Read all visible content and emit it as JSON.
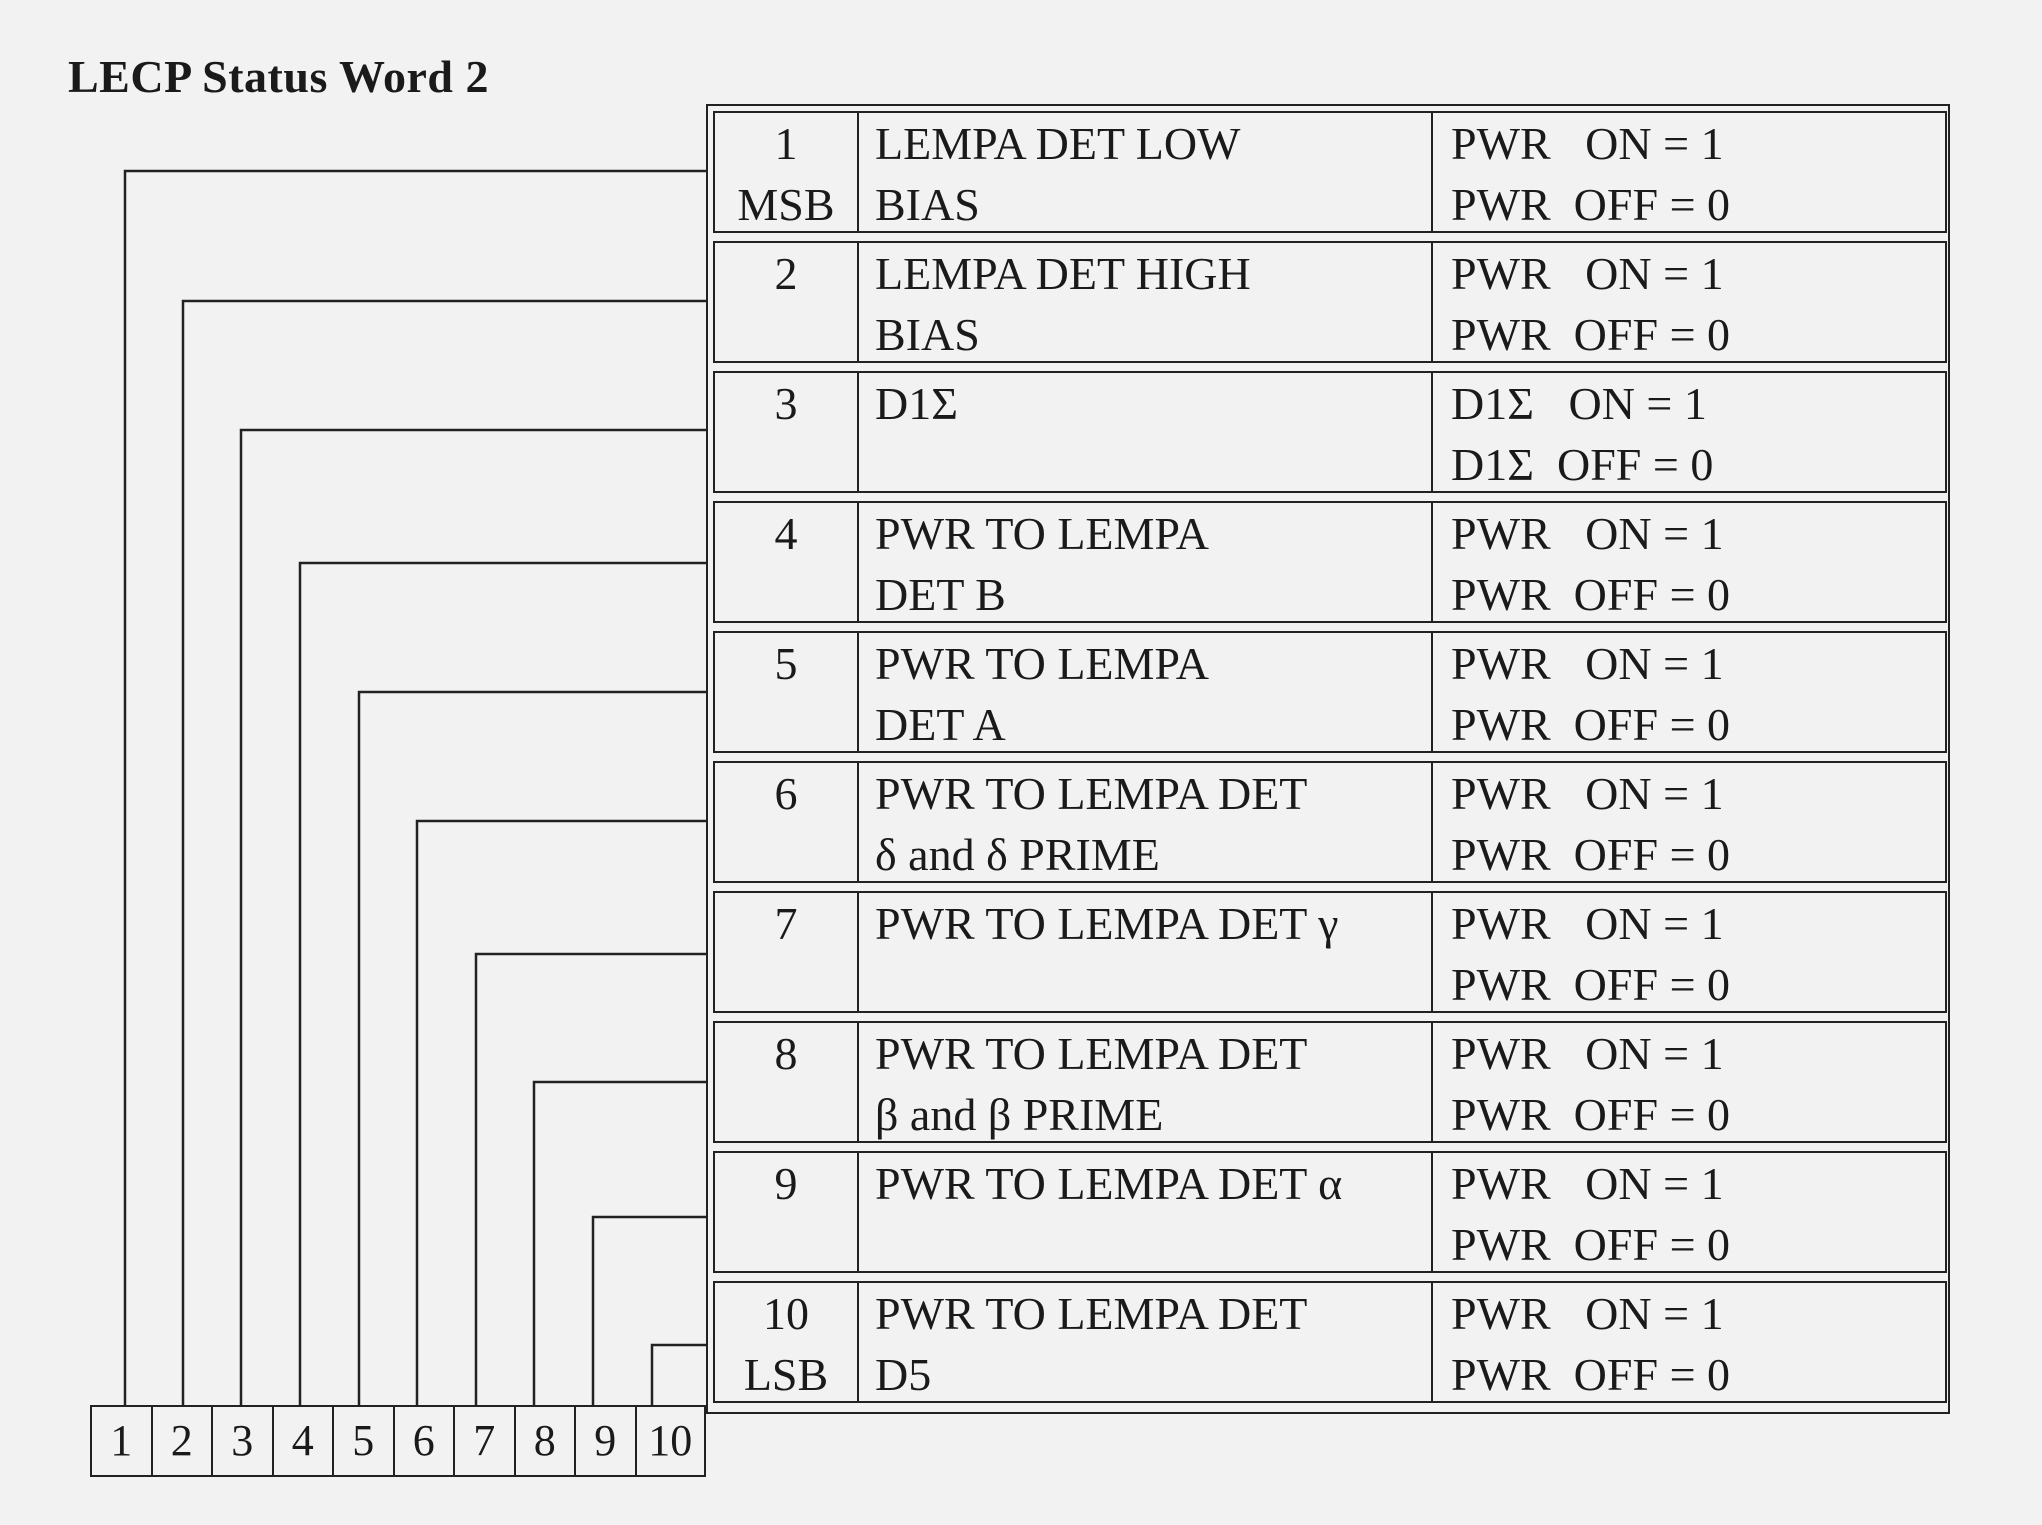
{
  "title": "LECP Status Word 2",
  "rows": [
    {
      "bit": [
        "1",
        "MSB"
      ],
      "desc": [
        "LEMPA DET LOW",
        "BIAS"
      ],
      "state": [
        "PWR   ON = 1",
        "PWR  OFF = 0"
      ]
    },
    {
      "bit": [
        "2",
        ""
      ],
      "desc": [
        "LEMPA DET HIGH",
        "BIAS"
      ],
      "state": [
        "PWR   ON = 1",
        "PWR  OFF = 0"
      ]
    },
    {
      "bit": [
        "3",
        ""
      ],
      "desc": [
        "D1Σ",
        ""
      ],
      "state": [
        "D1Σ   ON = 1",
        "D1Σ  OFF = 0"
      ]
    },
    {
      "bit": [
        "4",
        ""
      ],
      "desc": [
        "PWR TO LEMPA",
        "DET B"
      ],
      "state": [
        "PWR   ON = 1",
        "PWR  OFF = 0"
      ]
    },
    {
      "bit": [
        "5",
        ""
      ],
      "desc": [
        "PWR TO LEMPA",
        "DET A"
      ],
      "state": [
        "PWR   ON = 1",
        "PWR  OFF = 0"
      ]
    },
    {
      "bit": [
        "6",
        ""
      ],
      "desc": [
        "PWR TO LEMPA DET",
        "δ and δ PRIME"
      ],
      "state": [
        "PWR   ON = 1",
        "PWR  OFF = 0"
      ]
    },
    {
      "bit": [
        "7",
        ""
      ],
      "desc": [
        "PWR TO LEMPA DET γ",
        ""
      ],
      "state": [
        "PWR   ON = 1",
        "PWR  OFF = 0"
      ]
    },
    {
      "bit": [
        "8",
        ""
      ],
      "desc": [
        "PWR TO LEMPA DET",
        "β and β PRIME"
      ],
      "state": [
        "PWR   ON = 1",
        "PWR  OFF = 0"
      ]
    },
    {
      "bit": [
        "9",
        ""
      ],
      "desc": [
        "PWR TO LEMPA DET α",
        ""
      ],
      "state": [
        "PWR   ON = 1",
        "PWR  OFF = 0"
      ]
    },
    {
      "bit": [
        "10",
        "LSB"
      ],
      "desc": [
        "PWR TO LEMPA DET",
        "D5"
      ],
      "state": [
        "PWR   ON = 1",
        "PWR  OFF = 0"
      ]
    }
  ],
  "bit_labels": [
    "1",
    "2",
    "3",
    "4",
    "5",
    "6",
    "7",
    "8",
    "9",
    "10"
  ]
}
